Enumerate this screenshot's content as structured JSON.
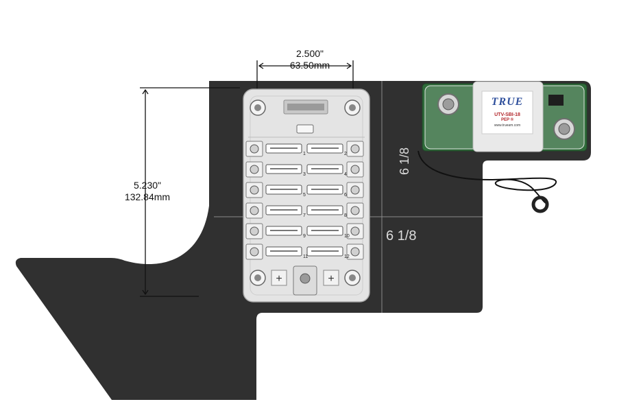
{
  "dimensions": {
    "width_in": "2.500\"",
    "width_mm": "63.50mm",
    "height_in": "5.230\"",
    "height_mm": "132.84mm"
  },
  "panel_labels": {
    "vertical": "6 1/8",
    "horizontal": "6 1/8"
  },
  "switch": {
    "brand": "TRUE",
    "model": "UTV-SBI-18",
    "subtext": "PEP ®",
    "website": "www.trueam.com"
  },
  "fuse_block": {
    "fuse_numbers": [
      "1",
      "2",
      "3",
      "4",
      "5",
      "6",
      "7",
      "8",
      "9",
      "10",
      "11",
      "12"
    ],
    "terminal_symbol": "+"
  },
  "colors": {
    "plate": "#303030",
    "fuse_block": "#e4e4e4",
    "pcb": "#2f6b3a",
    "label_blue": "#2e4f9c",
    "label_red": "#b2262b"
  }
}
